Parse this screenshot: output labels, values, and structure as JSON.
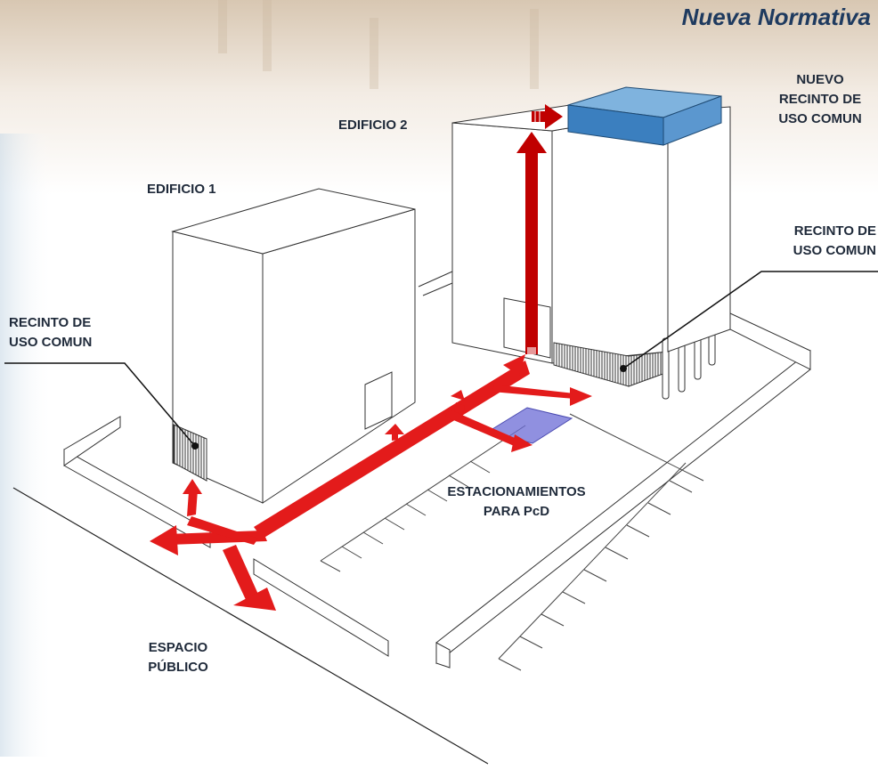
{
  "header": {
    "title": "Nueva Normativa"
  },
  "labels": {
    "edificio1": "EDIFICIO 1",
    "edificio2": "EDIFICIO 2",
    "nuevo_recinto": [
      "NUEVO",
      "RECINTO DE",
      "USO COMUN"
    ],
    "recinto_derecha": [
      "RECINTO DE",
      "USO COMUN"
    ],
    "recinto_izquierda": [
      "RECINTO DE",
      "USO COMUN"
    ],
    "estacionamientos": [
      "ESTACIONAMIENTOS",
      "PARA PcD"
    ],
    "espacio_publico": [
      "ESPACIO",
      "PÚBLICO"
    ]
  },
  "colors": {
    "route": "#e31b1b",
    "vertical_route": "#c00000",
    "new_room": "#3b7fbf",
    "parking_pcd": "#6b6bd6",
    "text": "#1f2a3a",
    "title": "#1e3a5f"
  }
}
